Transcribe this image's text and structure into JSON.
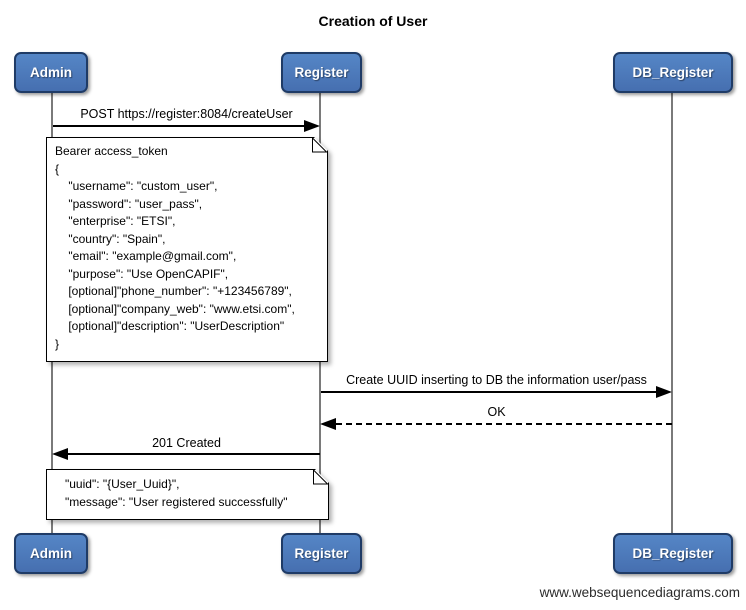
{
  "diagram": {
    "title": "Creation of User",
    "watermark": "www.websequencediagrams.com",
    "type": "sequence-diagram"
  },
  "colors": {
    "actor_fill": "#4b7cc0",
    "actor_border": "#1f3b66",
    "lifeline": "#7a7a7a",
    "arrow": "#000000",
    "note_fill": "#ffffff",
    "background": "#ffffff"
  },
  "actors": [
    {
      "id": "admin",
      "label": "Admin"
    },
    {
      "id": "register",
      "label": "Register"
    },
    {
      "id": "db_register",
      "label": "DB_Register"
    }
  ],
  "messages": [
    {
      "label": "POST https://register:8084/createUser",
      "from": "admin",
      "to": "register",
      "style": "solid"
    },
    {
      "label": "Create UUID inserting to DB the information user/pass",
      "from": "register",
      "to": "db_register",
      "style": "solid"
    },
    {
      "label": "OK",
      "from": "db_register",
      "to": "register",
      "style": "dashed"
    },
    {
      "label": "201 Created",
      "from": "register",
      "to": "admin",
      "style": "solid"
    }
  ],
  "notes": [
    {
      "attached_to": "admin-register",
      "lines": [
        "Bearer access_token",
        "{",
        "    \"username\": \"custom_user\",",
        "    \"password\": \"user_pass\",",
        "    \"enterprise\": \"ETSI\",",
        "    \"country\": \"Spain\",",
        "    \"email\": \"example@gmail.com\",",
        "    \"purpose\": \"Use OpenCAPIF\",",
        "    [optional]\"phone_number\": \"+123456789\",",
        "    [optional]\"company_web\": \"www.etsi.com\",",
        "    [optional]\"description\": \"UserDescription\"",
        "}"
      ]
    },
    {
      "attached_to": "admin-register",
      "lines": [
        "   \"uuid\": \"{User_Uuid}\",",
        "   \"message\": \"User registered successfully\""
      ]
    }
  ]
}
